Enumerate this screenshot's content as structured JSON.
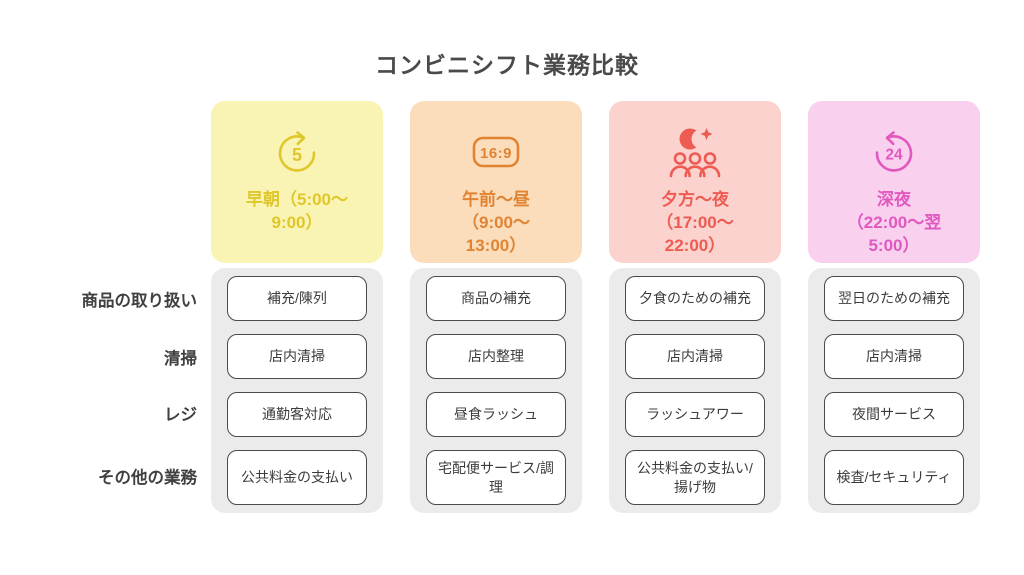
{
  "title": "コンビニシフト業務比較",
  "colors": {
    "page_bg": "#FFFFFF",
    "title_text": "#4A4A4A",
    "row_label_text": "#404040",
    "column_body_bg": "#EBEBEB",
    "cell_bg": "#FFFFFF",
    "cell_border": "#4A4A4A",
    "cell_text": "#3C3C3C"
  },
  "row_labels": [
    "商品の取り扱い",
    "清掃",
    "レジ",
    "その他の業務"
  ],
  "columns": [
    {
      "id": "early-morning",
      "icon": "rotation-clock-5-icon",
      "icon_text": "5",
      "bg": "#FAF4B4",
      "accent": "#DFC72B",
      "label": "早朝（5:00〜9:00）",
      "label_lines": [
        "早朝（5:00〜",
        "9:00）"
      ],
      "cells": [
        "補充/陳列",
        "店内清掃",
        "通勤客対応",
        "公共料金の支払い"
      ]
    },
    {
      "id": "morning-noon",
      "icon": "digital-clock-icon",
      "icon_text": "16:9",
      "bg": "#FBDDBB",
      "accent": "#E08434",
      "label": "午前〜昼（9:00〜13:00）",
      "label_lines": [
        "午前〜昼",
        "（9:00〜",
        "13:00）"
      ],
      "cells": [
        "商品の補充",
        "店内整理",
        "昼食ラッシュ",
        "宅配便サービス/調理"
      ]
    },
    {
      "id": "evening-night",
      "icon": "moon-crowd-icon",
      "icon_text": "",
      "bg": "#FBD2CE",
      "accent": "#EE5B52",
      "label": "夕方〜夜（17:00〜22:00）",
      "label_lines": [
        "夕方〜夜",
        "（17:00〜",
        "22:00）"
      ],
      "cells": [
        "夕食のための補充",
        "店内清掃",
        "ラッシュアワー",
        "公共料金の支払い/揚げ物"
      ]
    },
    {
      "id": "late-night",
      "icon": "24-hours-icon",
      "icon_text": "24",
      "bg": "#F9D1EF",
      "accent": "#E158BF",
      "label": "深夜（22:00〜翌5:00）",
      "label_lines": [
        "深夜",
        "（22:00〜翌",
        "5:00）"
      ],
      "cells": [
        "翌日のための補充",
        "店内清掃",
        "夜間サービス",
        "検査/セキュリティ"
      ]
    }
  ],
  "chart_data": {
    "type": "table",
    "title": "コンビニシフト業務比較",
    "row_headers": [
      "商品の取り扱い",
      "清掃",
      "レジ",
      "その他の業務"
    ],
    "column_headers": [
      "早朝（5:00〜9:00）",
      "午前〜昼（9:00〜13:00）",
      "夕方〜夜（17:00〜22:00）",
      "深夜（22:00〜翌5:00）"
    ],
    "cells": [
      [
        "補充/陳列",
        "商品の補充",
        "夕食のための補充",
        "翌日のための補充"
      ],
      [
        "店内清掃",
        "店内整理",
        "店内清掃",
        "店内清掃"
      ],
      [
        "通勤客対応",
        "昼食ラッシュ",
        "ラッシュアワー",
        "夜間サービス"
      ],
      [
        "公共料金の支払い",
        "宅配便サービス/調理",
        "公共料金の支払い/揚げ物",
        "検査/セキュリティ"
      ]
    ]
  }
}
